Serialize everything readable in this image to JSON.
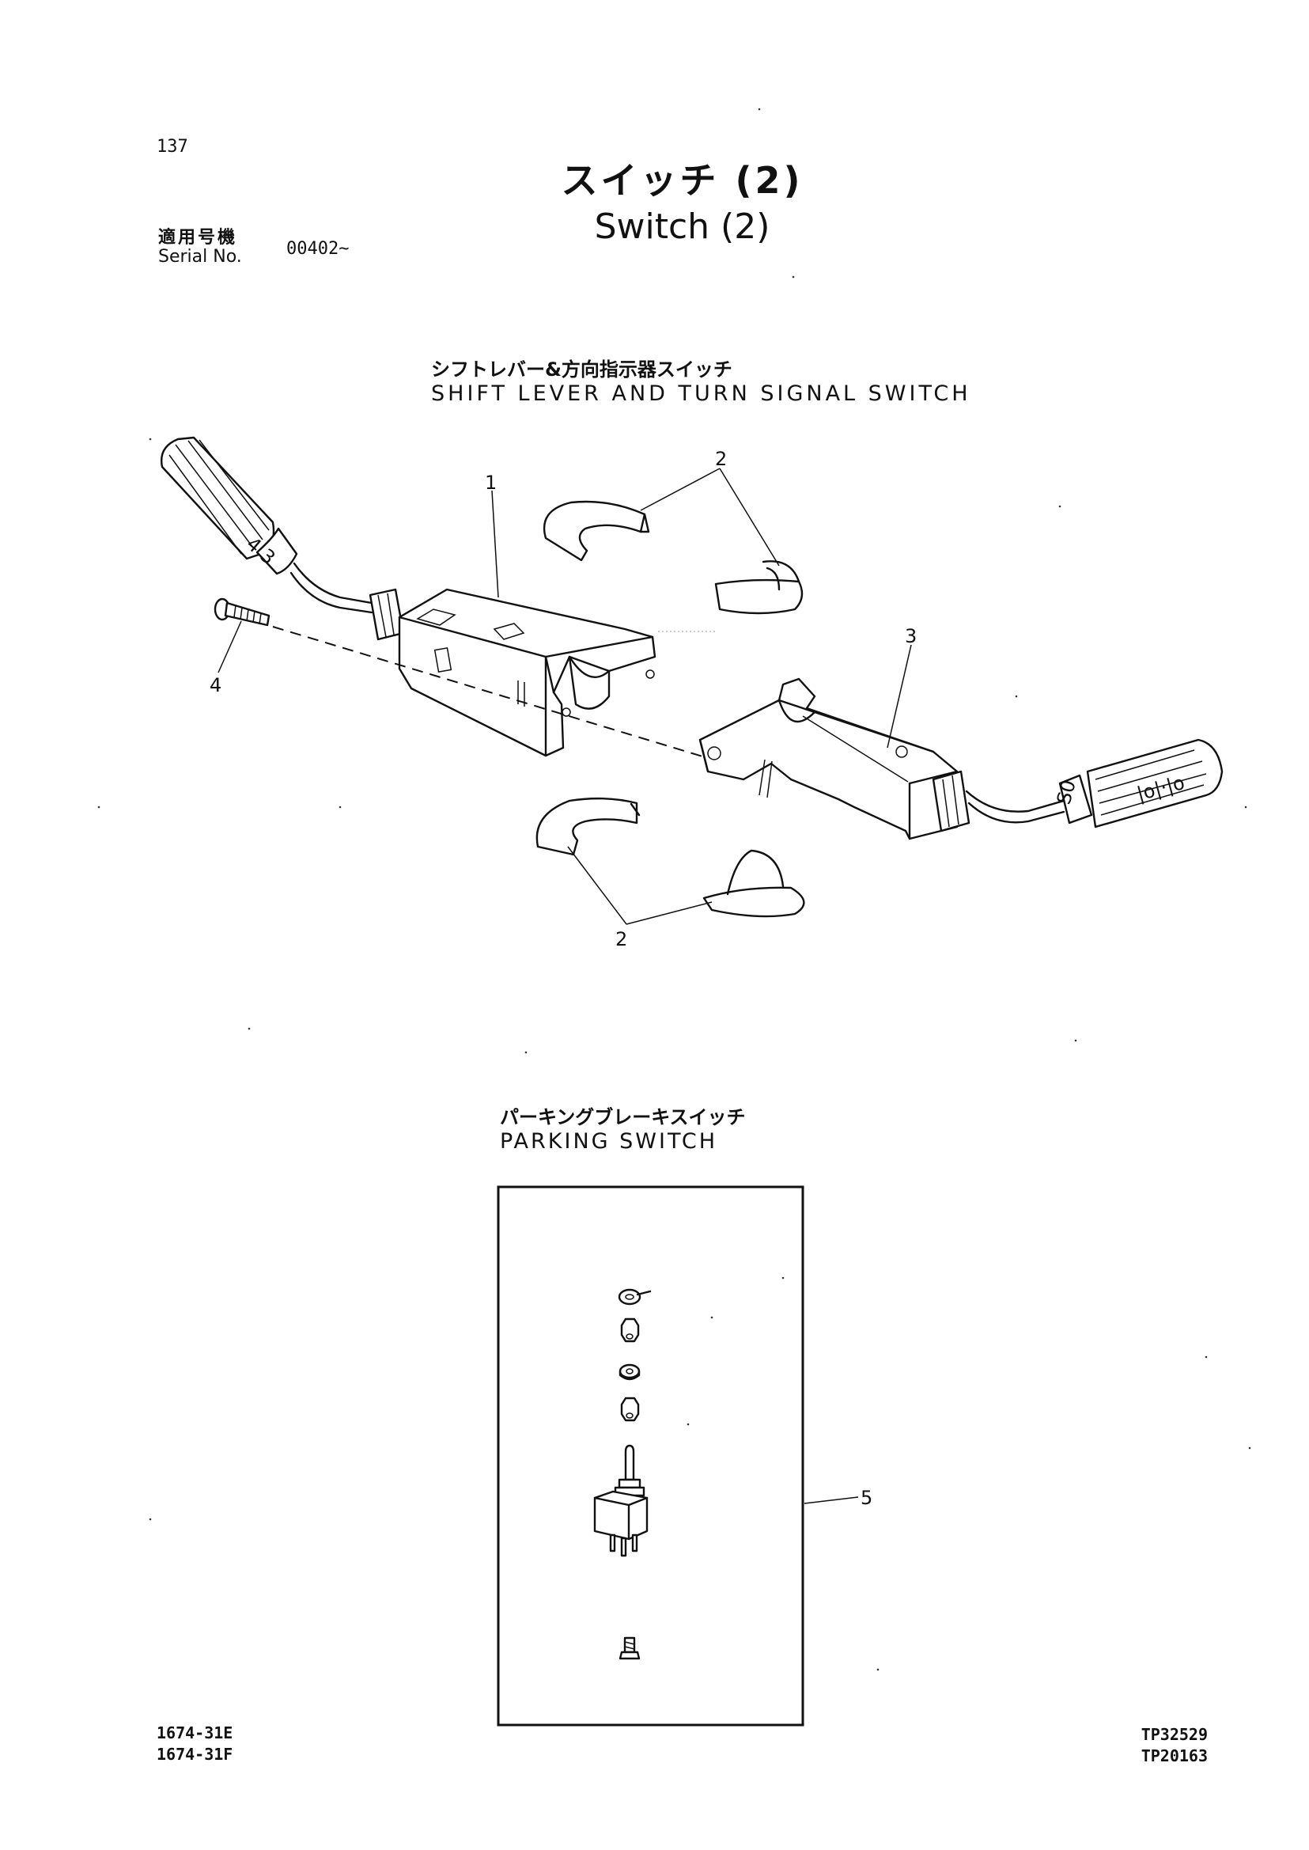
{
  "page_number": "137",
  "title": {
    "jp": "スイッチ (2)",
    "en": "Switch (2)"
  },
  "serial": {
    "label_jp": "適用号機",
    "label_en": "Serial No.",
    "value": "00402~"
  },
  "sections": [
    {
      "jp": "シフトレバー&方向指示器スイッチ",
      "en": "SHIFT LEVER AND TURN SIGNAL SWITCH"
    },
    {
      "jp": "パーキングブレーキスイッチ",
      "en": "PARKING SWITCH"
    }
  ],
  "callouts": {
    "c1": "1",
    "c2a": "2",
    "c2b": "2",
    "c3": "3",
    "c4": "4",
    "c5": "5"
  },
  "footer": {
    "left": [
      "1674-31E",
      "1674-31F"
    ],
    "right": [
      "TP32529",
      "TP20163"
    ]
  }
}
